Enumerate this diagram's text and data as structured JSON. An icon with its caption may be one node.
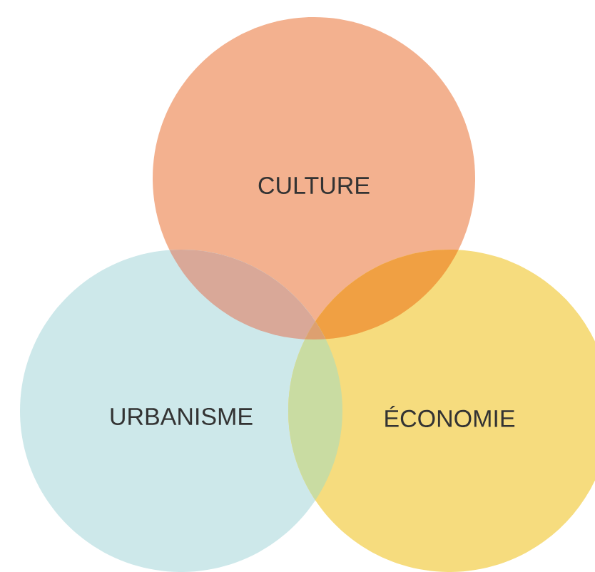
{
  "diagram": {
    "nodes": [
      {
        "text": [
          "CULTURE"
        ]
      },
      {
        "text": [
          "URBANISME"
        ]
      },
      {
        "text": [
          "ÉCONOMIE"
        ]
      }
    ]
  }
}
